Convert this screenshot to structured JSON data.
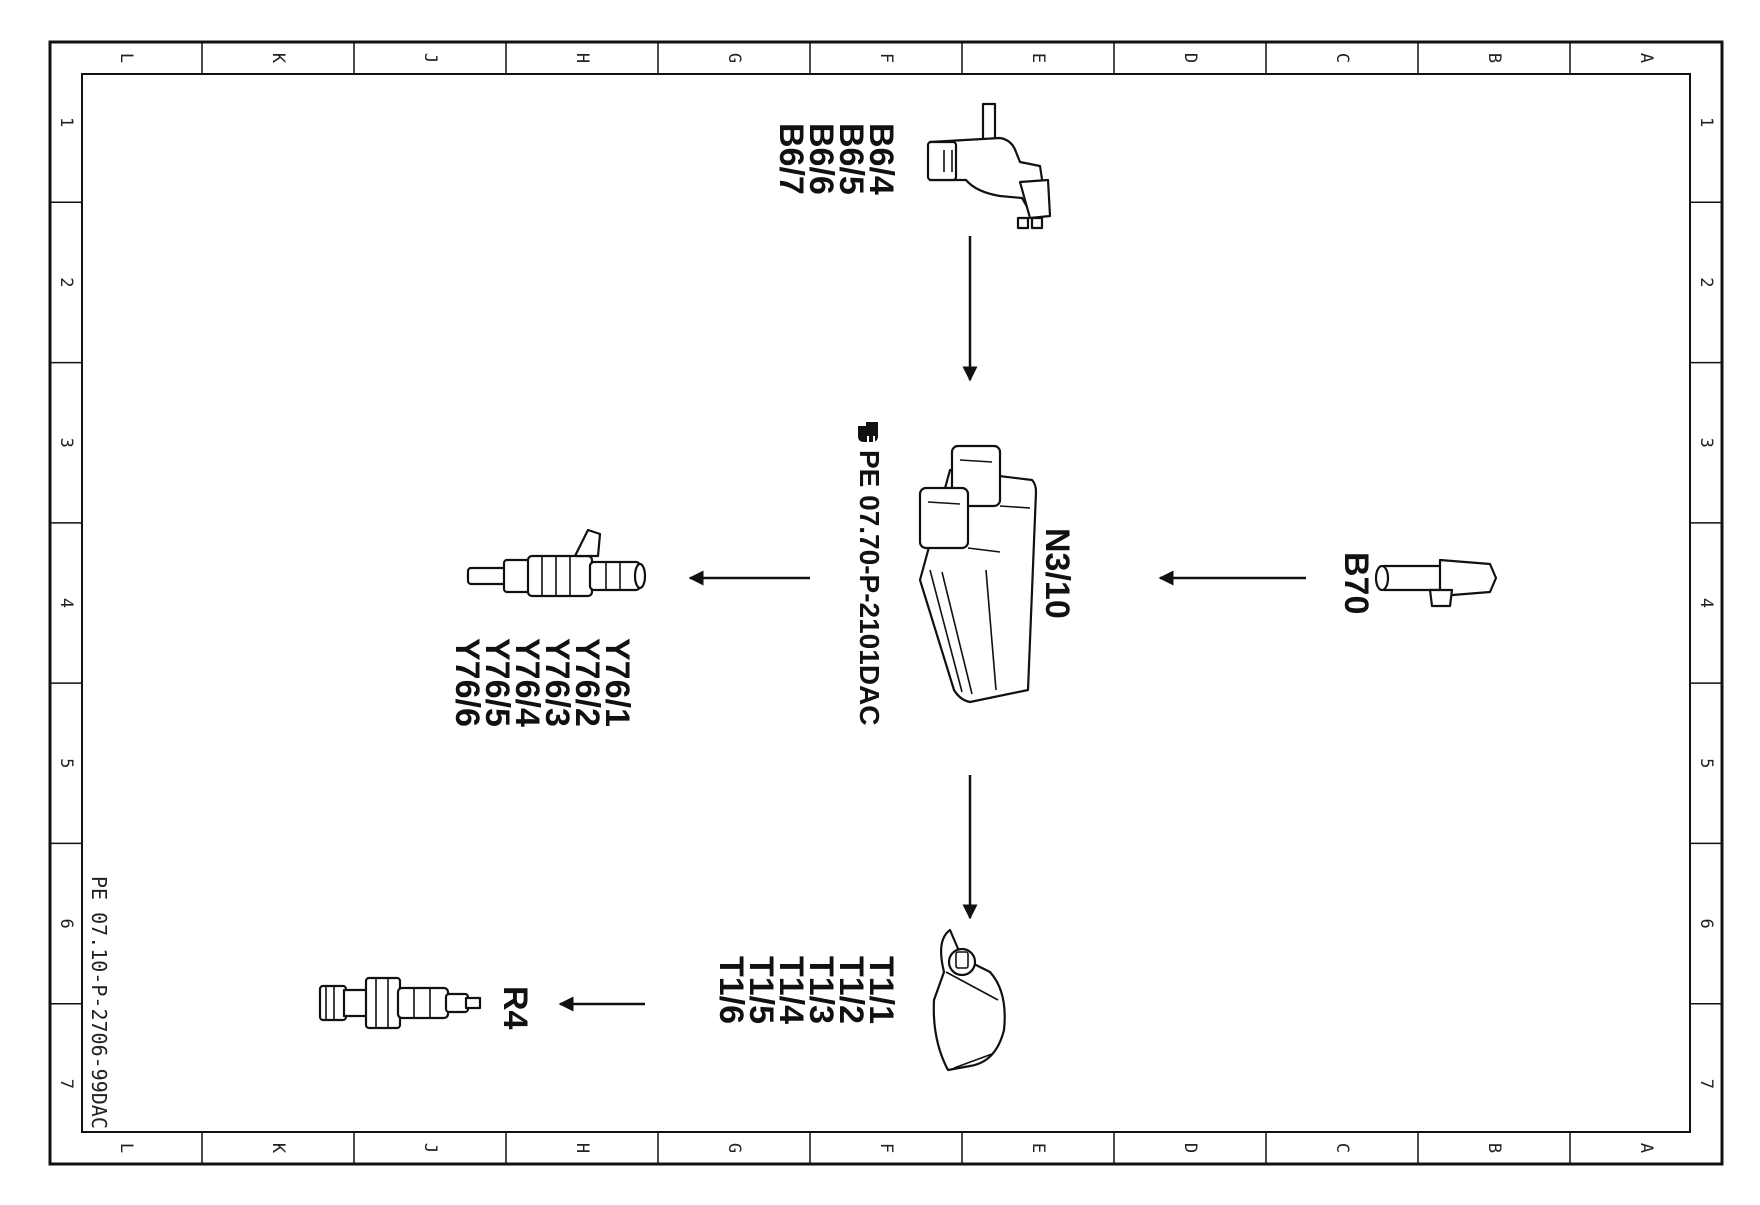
{
  "frame": {
    "columns": [
      "L",
      "K",
      "J",
      "H",
      "G",
      "F",
      "E",
      "D",
      "C",
      "B",
      "A"
    ],
    "rows": [
      "1",
      "2",
      "3",
      "4",
      "5",
      "6",
      "7"
    ]
  },
  "document_id": "PE 07.10-P-2706-99DAC",
  "reference": {
    "icon": "pointing-hand-icon",
    "text": "PE 07.70-P-2101DAC"
  },
  "components": {
    "camshaft_sensor": {
      "icon": "hall-sensor-icon",
      "labels": [
        "B6/4",
        "B6/5",
        "B6/6",
        "B6/7"
      ]
    },
    "control_unit": {
      "icon": "ecu-icon",
      "label": "N3/10"
    },
    "crank_sensor": {
      "icon": "crankshaft-sensor-icon",
      "label": "B70"
    },
    "injector": {
      "icon": "fuel-injector-icon",
      "labels": [
        "Y76/1",
        "Y76/2",
        "Y76/3",
        "Y76/4",
        "Y76/5",
        "Y76/6"
      ]
    },
    "ignition_coil": {
      "icon": "ignition-coil-icon",
      "labels": [
        "T1/1",
        "T1/2",
        "T1/3",
        "T1/4",
        "T1/5",
        "T1/6"
      ]
    },
    "spark_plug": {
      "icon": "spark-plug-icon",
      "label": "R4"
    }
  },
  "colors": {
    "ink": "#111111",
    "paper": "#ffffff"
  }
}
